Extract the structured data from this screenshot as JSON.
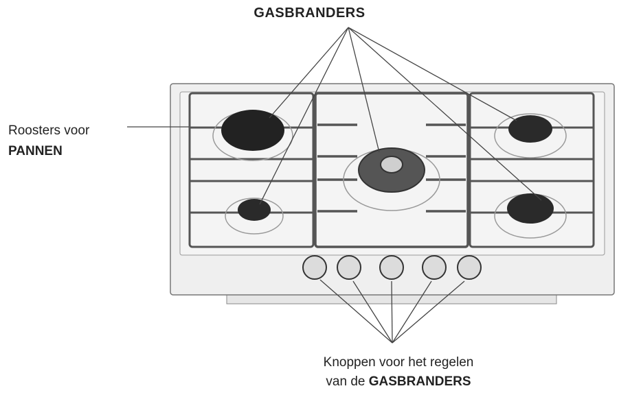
{
  "labels": {
    "top": "GASBRANDERS",
    "side_line1": "Roosters voor",
    "side_line2": "PANNEN",
    "bottom_line1": "Knoppen voor het regelen",
    "bottom_line2_prefix": "van de ",
    "bottom_line2_bold": "GASBRANDERS"
  },
  "colors": {
    "line": "#444444",
    "grate": "#555555",
    "burner_dark": "#2a2a2a",
    "panel": "#efefef"
  }
}
